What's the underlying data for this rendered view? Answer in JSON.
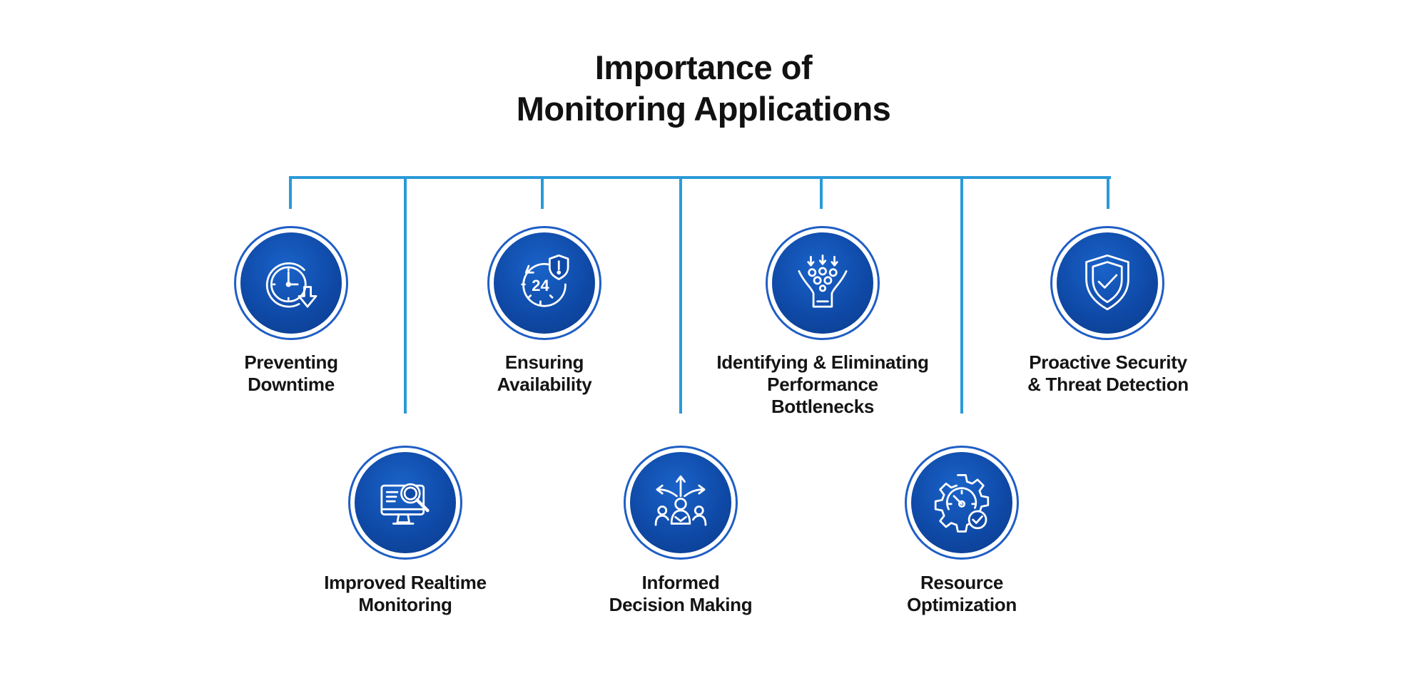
{
  "title": {
    "line1": "Importance of",
    "line2": "Monitoring Applications"
  },
  "colors": {
    "connector": "#2a9ad8",
    "circle_border": "#1f5ec5",
    "circle_fill": "#0f4aa8",
    "icon": "#ffffff",
    "text": "#141414"
  },
  "items": [
    {
      "id": "preventing-downtime",
      "icon": "clock-down-arrow-icon",
      "lines": [
        "Preventing",
        "Downtime"
      ]
    },
    {
      "id": "improved-realtime-monitoring",
      "icon": "monitor-magnifier-icon",
      "lines": [
        "Improved Realtime",
        "Monitoring"
      ]
    },
    {
      "id": "ensuring-availability",
      "icon": "24-hours-shield-icon",
      "lines": [
        "Ensuring",
        "Availability"
      ]
    },
    {
      "id": "informed-decision-making",
      "icon": "decision-arrows-people-icon",
      "lines": [
        "Informed",
        "Decision Making"
      ]
    },
    {
      "id": "identifying-eliminating-bottlenecks",
      "icon": "funnel-bottleneck-icon",
      "lines": [
        "Identifying & Eliminating",
        "Performance",
        "Bottlenecks"
      ]
    },
    {
      "id": "resource-optimization",
      "icon": "gear-gauge-check-icon",
      "lines": [
        "Resource",
        "Optimization"
      ]
    },
    {
      "id": "proactive-security",
      "icon": "shield-check-icon",
      "lines": [
        "Proactive Security",
        "& Threat Detection"
      ]
    }
  ]
}
